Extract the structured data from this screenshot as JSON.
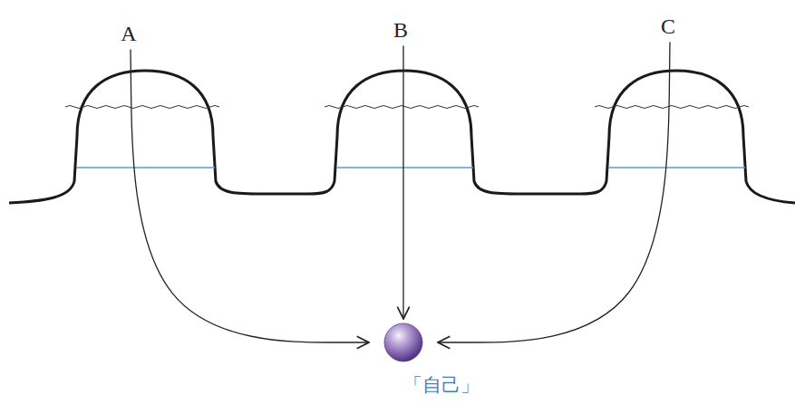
{
  "diagram": {
    "nodes": [
      {
        "text": [
          "A"
        ]
      },
      {
        "text": [
          "B"
        ]
      },
      {
        "text": [
          "C"
        ]
      },
      {
        "text": [
          "「自己」"
        ]
      }
    ],
    "edges": [
      {
        "from": 0,
        "to": 3,
        "arrow": "to"
      },
      {
        "from": 1,
        "to": 3,
        "arrow": "to"
      },
      {
        "from": 2,
        "to": 3,
        "arrow": "to"
      }
    ]
  }
}
